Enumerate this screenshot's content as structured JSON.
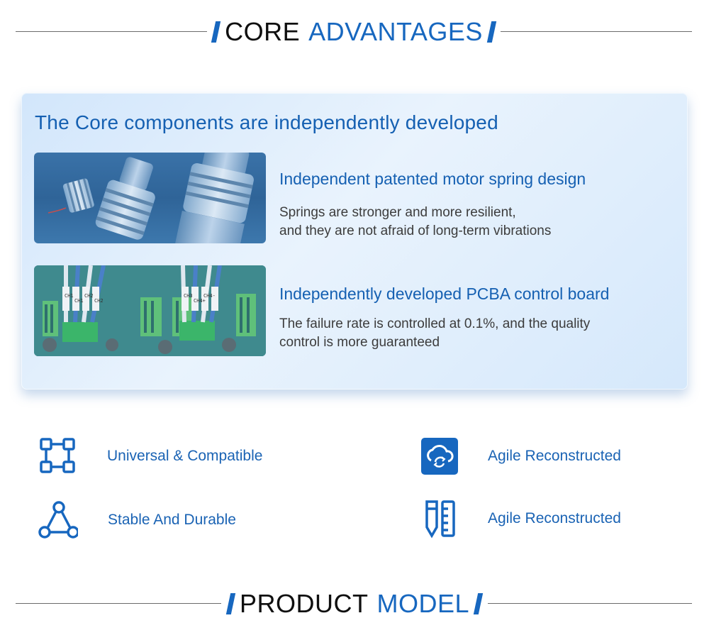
{
  "header_core": {
    "word1": "CORE",
    "word2": "ADVANTAGES"
  },
  "core": {
    "title": "The Core components are independently developed",
    "features": [
      {
        "title": "Independent patented motor spring design",
        "desc_line1": "Springs are stronger and more resilient,",
        "desc_line2": "and they are not afraid of long-term vibrations"
      },
      {
        "title": "Independently developed PCBA control board",
        "desc_line1": "The failure rate is controlled at 0.1%, and the quality",
        "desc_line2": "control is more guaranteed"
      }
    ],
    "pcb_labels": [
      "CH1",
      "CH1",
      "CH2",
      "CH2",
      "CH3",
      "CH4+",
      "CH4-"
    ]
  },
  "advantages": [
    {
      "label": "Universal & Compatible",
      "icon": "flowchart-icon"
    },
    {
      "label": "Agile Reconstructed",
      "icon": "cloud-sync-icon"
    },
    {
      "label": "Stable And Durable",
      "icon": "triangle-network-icon"
    },
    {
      "label": "Agile Reconstructed",
      "icon": "pen-ruler-icon"
    }
  ],
  "header_model": {
    "word1": "PRODUCT",
    "word2": "MODEL"
  },
  "colors": {
    "accent": "#1767bf",
    "text_blue": "#1560b2",
    "card_bg": "#dfeefc"
  }
}
